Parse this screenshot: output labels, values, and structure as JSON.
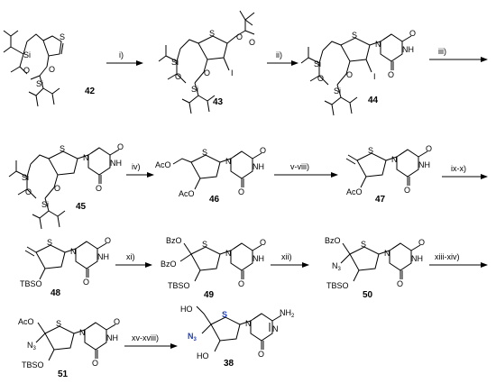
{
  "compounds": [
    {
      "id": "42",
      "label": "42"
    },
    {
      "id": "43",
      "label": "43"
    },
    {
      "id": "44",
      "label": "44"
    },
    {
      "id": "45",
      "label": "45"
    },
    {
      "id": "46",
      "label": "46"
    },
    {
      "id": "47",
      "label": "47"
    },
    {
      "id": "48",
      "label": "48"
    },
    {
      "id": "49",
      "label": "49"
    },
    {
      "id": "50",
      "label": "50"
    },
    {
      "id": "51",
      "label": "51"
    },
    {
      "id": "38",
      "label": "38"
    }
  ],
  "steps": [
    "i)",
    "ii)",
    "iii)",
    "iv)",
    "v-viii)",
    "ix-x)",
    "xi)",
    "xii)",
    "xiii-xiv)",
    "xv-xviii)"
  ],
  "atoms": {
    "S": "S",
    "O": "O",
    "Si": "Si",
    "I": "I",
    "NH": "NH",
    "N": "N",
    "NH2": "NH",
    "sub2": "2",
    "AcO": "AcO",
    "BzO": "BzO",
    "TBSO": "TBSO",
    "N3": "N",
    "sub3": "3",
    "HO": "HO"
  },
  "colors": {
    "highlight": "#1f3fb8",
    "ink": "#000000"
  }
}
